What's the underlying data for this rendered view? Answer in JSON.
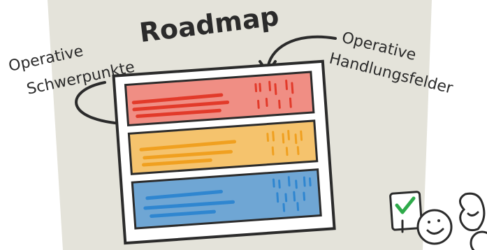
{
  "sketch": {
    "title": "Roadmap",
    "label_left_line1": "Operative",
    "label_left_line2": "Schwerpunkte",
    "label_right_line1": "Operative",
    "label_right_line2": "Handlungsfelder",
    "band_colors": [
      "#f08e84",
      "#f5c36d",
      "#6fa6d4"
    ],
    "stroke_colors": [
      "#e23a2a",
      "#f0a020",
      "#2f86d0"
    ],
    "board_color": "#e4e3da",
    "checkmark_color": "#2eaa4a"
  }
}
